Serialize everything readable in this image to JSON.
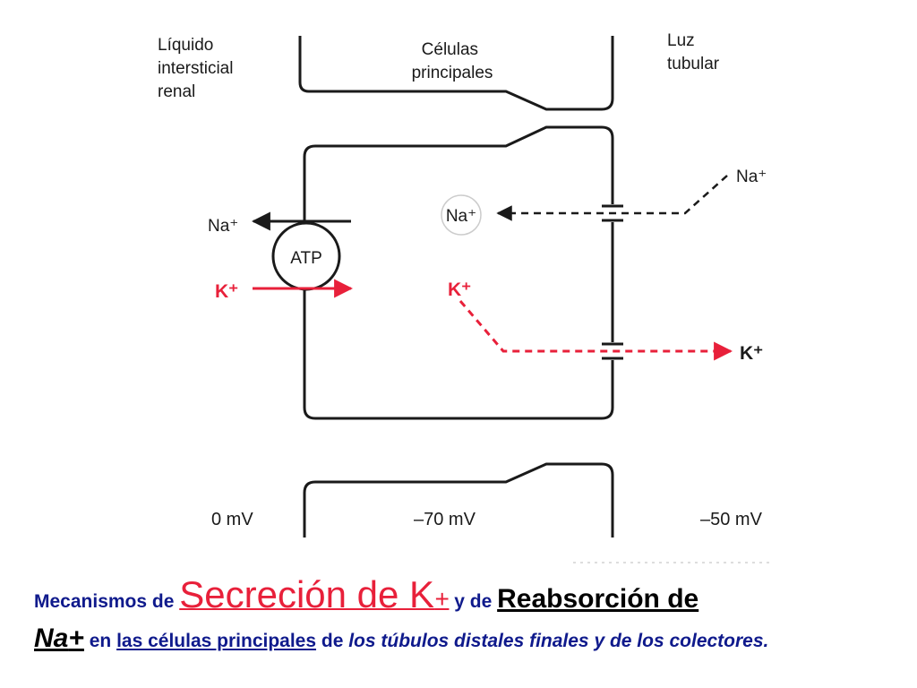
{
  "labels": {
    "interstitial": [
      "Líquido",
      "intersticial",
      "renal"
    ],
    "cells": [
      "Células",
      "principales"
    ],
    "lumen": [
      "Luz",
      "tubular"
    ],
    "na_left": "Na⁺",
    "atp": "ATP",
    "k_left": "K⁺",
    "na_mid": "Na⁺",
    "na_right": "Na⁺",
    "k_mid": "K⁺",
    "k_right": "K⁺"
  },
  "voltages": {
    "interstitial": "0 mV",
    "cell": "–70 mV",
    "lumen": "–50 mV"
  },
  "caption": {
    "p1": "Mecanismos de ",
    "p2": "Secreción de K",
    "p3": "+",
    "p4": " y de ",
    "p5": "Reabsorción de",
    "p6": "Na",
    "p7": "+",
    "p8": " en ",
    "p9": "las células principales",
    "p10": " de ",
    "p11": "los túbulos distales finales y de los colectores."
  },
  "colors": {
    "ink": "#1a1a1a",
    "potassium": "#e8203a",
    "caption": "#0f1a8c"
  }
}
